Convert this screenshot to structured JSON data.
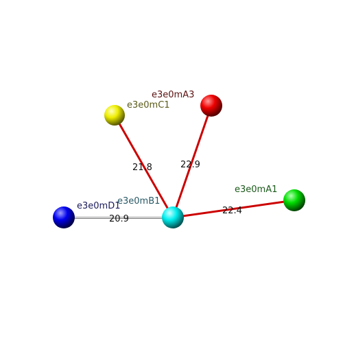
{
  "nodes": {
    "A3": {
      "label": "e3e0mA3",
      "color": "#ff0000",
      "label_color": "#5a1010"
    },
    "C1": {
      "label": "e3e0mC1",
      "color": "#ffff00",
      "label_color": "#5a5a1a"
    },
    "A1": {
      "label": "e3e0mA1",
      "color": "#00dd00",
      "label_color": "#1a5a1a"
    },
    "B1": {
      "label": "e3e0mB1",
      "color": "#00ffff",
      "label_color": "#2a5a66"
    },
    "D1": {
      "label": "e3e0mD1",
      "color": "#0000ff",
      "label_color": "#1a1a5a"
    }
  },
  "edges": {
    "C1_B1": {
      "value": "21.8",
      "color": "#cc0000"
    },
    "A3_B1": {
      "value": "22.9",
      "color": "#cc0000"
    },
    "A1_B1": {
      "value": "22.4",
      "color": "#cc0000"
    },
    "D1_B1": {
      "value": "20.9",
      "color": "#cccccc"
    }
  }
}
